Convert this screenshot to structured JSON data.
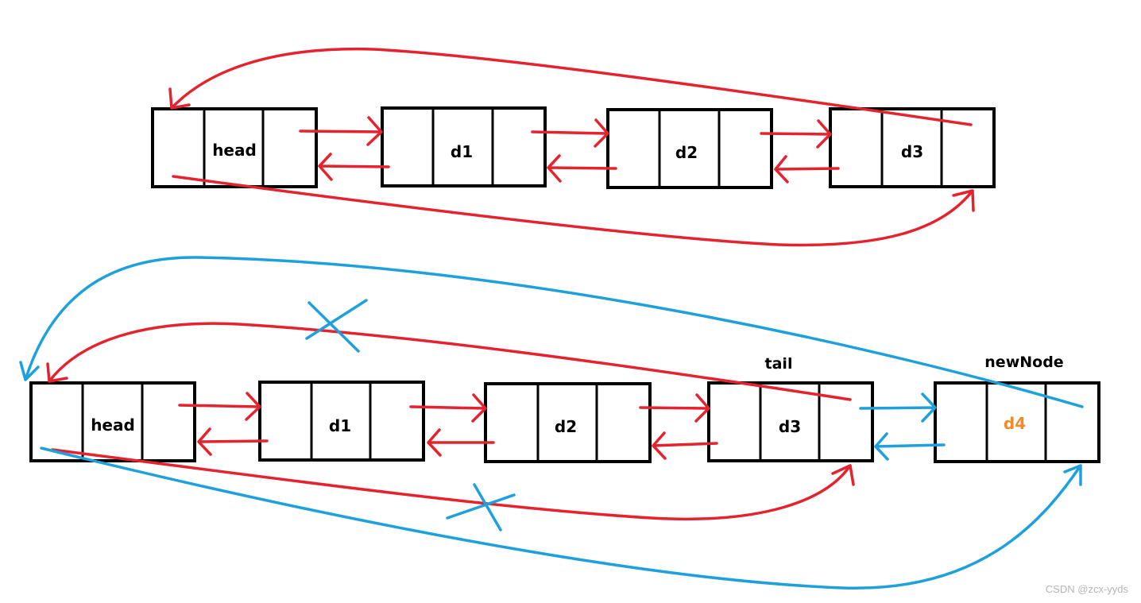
{
  "diagram": {
    "list1": {
      "nodes": [
        {
          "id": "head",
          "label": "head"
        },
        {
          "id": "d1",
          "label": "d1"
        },
        {
          "id": "d2",
          "label": "d2"
        },
        {
          "id": "d3",
          "label": "d3"
        }
      ]
    },
    "list2": {
      "nodes": [
        {
          "id": "head",
          "label": "head"
        },
        {
          "id": "d1",
          "label": "d1"
        },
        {
          "id": "d2",
          "label": "d2"
        },
        {
          "id": "d3",
          "label": "d3"
        },
        {
          "id": "d4",
          "label": "d4"
        }
      ],
      "tail_label": "tail",
      "new_node_label": "newNode"
    },
    "colors": {
      "box": "#000000",
      "old_link": "#e5232f",
      "new_link": "#1ea0dc",
      "new_node_text": "#f28a2c"
    }
  },
  "watermark": "CSDN @zcx-yyds"
}
